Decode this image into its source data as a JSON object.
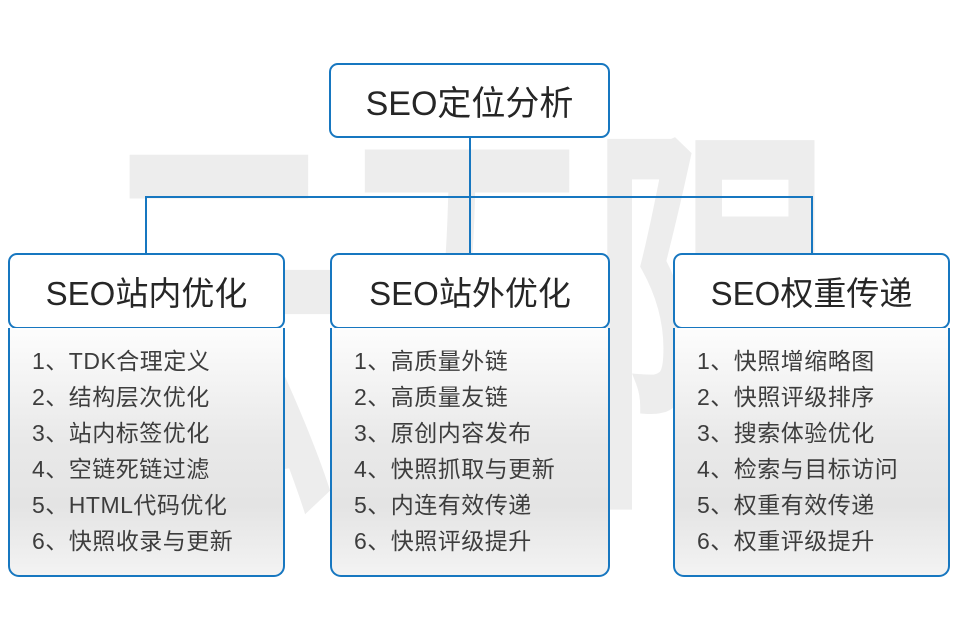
{
  "diagram": {
    "watermark_text": "云无限",
    "root_box": {
      "label": "SEO定位分析"
    },
    "columns": [
      {
        "header": "SEO站内优化",
        "items": [
          "1、TDK合理定义",
          "2、结构层次优化",
          "3、站内标签优化",
          "4、空链死链过滤",
          "5、HTML代码优化",
          "6、快照收录与更新"
        ]
      },
      {
        "header": "SEO站外优化",
        "items": [
          "1、高质量外链",
          "2、高质量友链",
          "3、原创内容发布",
          "4、快照抓取与更新",
          "5、内连有效传递",
          "6、快照评级提升"
        ]
      },
      {
        "header": "SEO权重传递",
        "items": [
          "1、快照增缩略图",
          "2、快照评级排序",
          "3、搜索体验优化",
          "4、检索与目标访问",
          "5、权重有效传递",
          "6、权重评级提升"
        ]
      }
    ],
    "colors": {
      "accent_blue": "#1777c0",
      "heading_text": "#262626",
      "item_text": "#3d3d3d",
      "watermark_gray": "#ededed"
    }
  }
}
